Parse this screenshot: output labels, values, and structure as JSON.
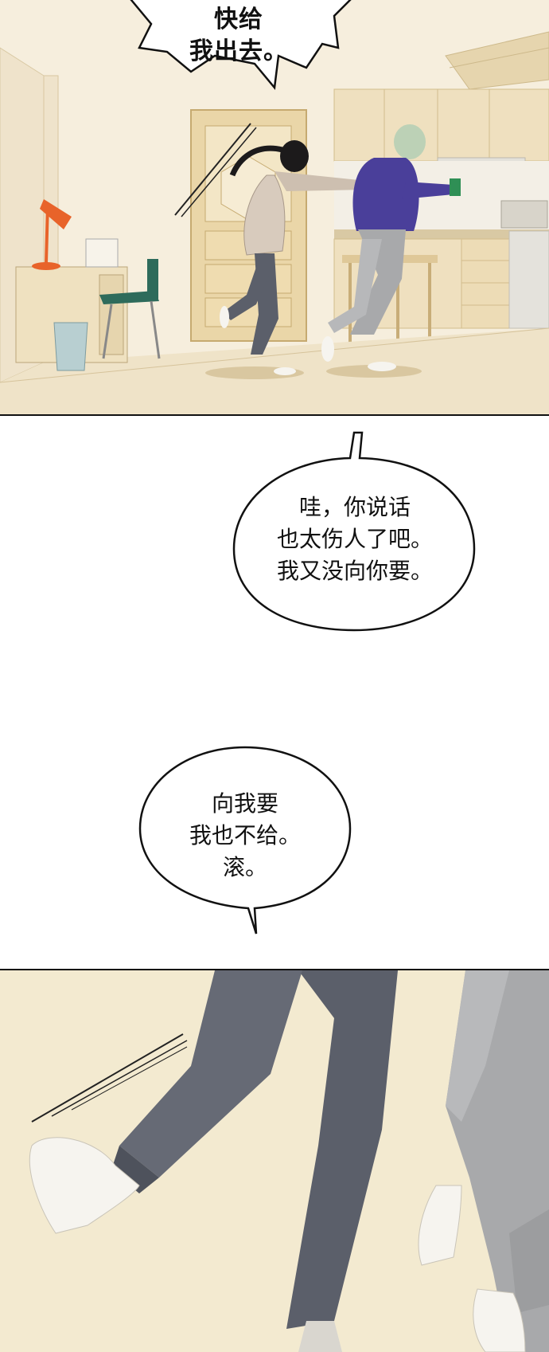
{
  "panels": {
    "top": {
      "scene": "kitchen-room"
    },
    "bottom": {
      "scene": "legs-running"
    }
  },
  "bubbles": {
    "shout": {
      "lines": [
        "快给",
        "我出去。"
      ]
    },
    "reply": {
      "lines": [
        "哇，你说话",
        "也太伤人了吧。",
        "我又没向你要。"
      ]
    },
    "retort": {
      "lines": [
        "向我要",
        "我也不给。",
        "滚。"
      ]
    }
  },
  "colors": {
    "wall": "#f4ebd9",
    "floor": "#f1e6cc",
    "door": "#e8d3a6",
    "hoodie": "#4a3f9a",
    "pants_dark": "#5b5f6a",
    "sweatpants": "#a8a9ab",
    "sock": "#f6f4ef",
    "lamp": "#e8632a"
  }
}
